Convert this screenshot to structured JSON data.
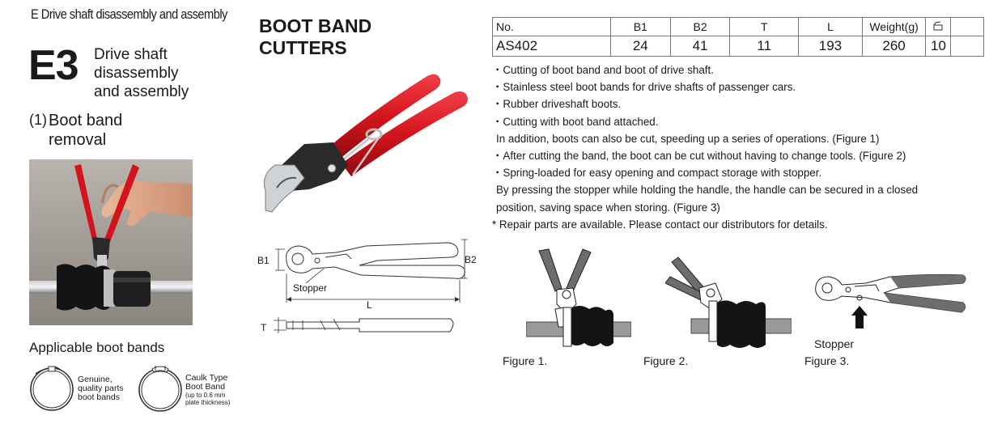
{
  "section_heading": "E Drive shaft disassembly and assembly",
  "section": {
    "code": "E3",
    "title_lines": [
      "Drive shaft",
      "disassembly",
      "and assembly"
    ]
  },
  "subsection": {
    "number": "(1)",
    "title_lines": [
      "Boot band",
      "removal"
    ]
  },
  "applicable_bands": {
    "title": "Applicable boot bands",
    "band1_lines": [
      "Genuine,",
      "quality parts",
      "boot bands"
    ],
    "band2_lines": [
      "Caulk Type",
      "Boot Band"
    ],
    "band2_note_lines": [
      "(up to 0.6 mm",
      "plate thickness)"
    ]
  },
  "product": {
    "title_lines": [
      "BOOT BAND",
      "CUTTERS"
    ]
  },
  "spec_table": {
    "headers": [
      "No.",
      "B1",
      "B2",
      "T",
      "L",
      "Weight(g)",
      ""
    ],
    "row": [
      "AS402",
      "24",
      "41",
      "11",
      "193",
      "260",
      "10"
    ]
  },
  "features": [
    "・Cutting of boot band and boot of drive shaft.",
    "・Stainless steel boot bands for drive shafts of passenger cars.",
    "・Rubber driveshaft boots.",
    "・Cutting with boot band attached.",
    "  In addition, boots can also be cut, speeding up a series of operations. (Figure 1)",
    "・After cutting the band, the boot can be cut without having to change tools. (Figure 2)",
    "・Spring-loaded for easy opening and compact storage with stopper.",
    "  By pressing the stopper while holding the handle, the handle can be secured in a closed",
    "  position, saving space when storing. (Figure 3)",
    "* Repair parts are available. Please contact our distributors for details."
  ],
  "dimensions": {
    "b1": "B1",
    "b2": "B2",
    "l": "L",
    "t": "T",
    "stopper": "Stopper"
  },
  "figures": {
    "fig1": "Figure 1.",
    "fig2": "Figure 2.",
    "fig3": "Figure 3.",
    "fig3_stopper": "Stopper"
  },
  "colors": {
    "handle_red": "#d4141c",
    "metal_dark": "#2a2a2a",
    "boot_black": "#141414",
    "shaft_gray": "#9a9a9a",
    "grip_gray": "#6d6d6d"
  },
  "icons": {
    "pack_unit": "box-icon"
  }
}
